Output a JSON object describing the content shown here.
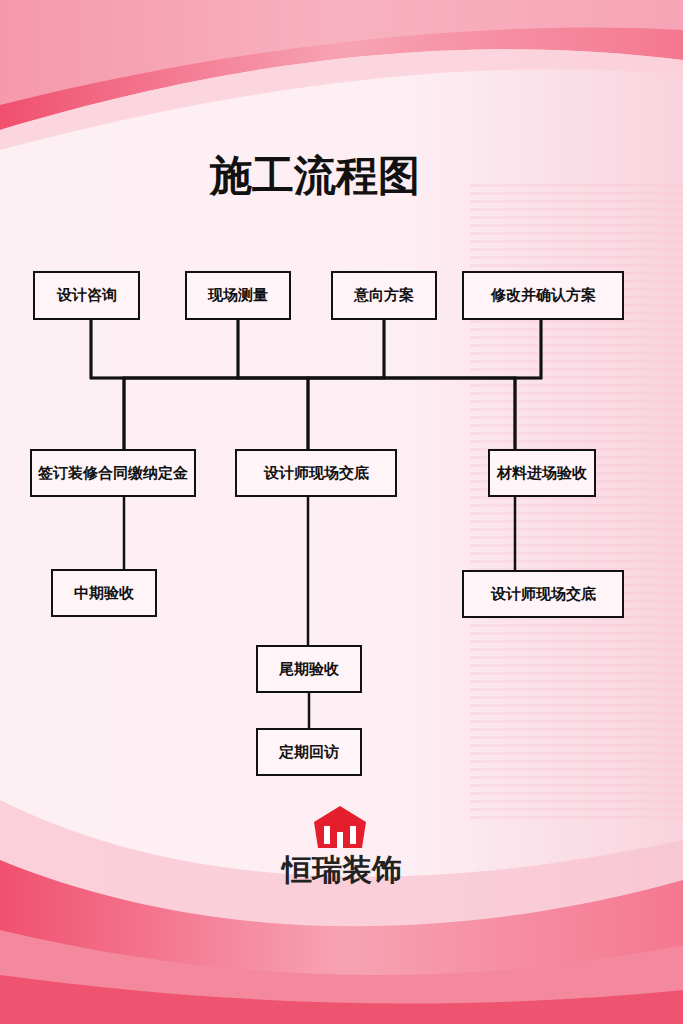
{
  "diagram": {
    "title": "施工流程图",
    "nodes": [
      {
        "text": [
          "设计咨询"
        ]
      },
      {
        "text": [
          "现场测量"
        ]
      },
      {
        "text": [
          "意向方案"
        ]
      },
      {
        "text": [
          "修改并确认方案"
        ]
      },
      {
        "text": [
          "签订装修合同缴纳定金"
        ]
      },
      {
        "text": [
          "设计师现场交底"
        ]
      },
      {
        "text": [
          "材料进场验收"
        ]
      },
      {
        "text": [
          "中期验收"
        ]
      },
      {
        "text": [
          "设计师现场交底"
        ]
      },
      {
        "text": [
          "尾期验收"
        ]
      },
      {
        "text": [
          "定期回访"
        ]
      }
    ],
    "edges": [
      {
        "from": 0,
        "to": 4,
        "arrow": "none"
      },
      {
        "from": 0,
        "to": 5,
        "arrow": "none"
      },
      {
        "from": 0,
        "to": 6,
        "arrow": "none"
      },
      {
        "from": 1,
        "to": 4,
        "arrow": "none"
      },
      {
        "from": 1,
        "to": 5,
        "arrow": "none"
      },
      {
        "from": 1,
        "to": 6,
        "arrow": "none"
      },
      {
        "from": 2,
        "to": 4,
        "arrow": "none"
      },
      {
        "from": 2,
        "to": 5,
        "arrow": "none"
      },
      {
        "from": 2,
        "to": 6,
        "arrow": "none"
      },
      {
        "from": 3,
        "to": 4,
        "arrow": "none"
      },
      {
        "from": 3,
        "to": 5,
        "arrow": "none"
      },
      {
        "from": 3,
        "to": 6,
        "arrow": "none"
      },
      {
        "from": 4,
        "to": 7,
        "arrow": "none"
      },
      {
        "from": 5,
        "to": 9,
        "arrow": "none"
      },
      {
        "from": 6,
        "to": 8,
        "arrow": "none"
      },
      {
        "from": 9,
        "to": 10,
        "arrow": "none"
      }
    ],
    "labels": [
      "恒瑞装饰"
    ]
  }
}
